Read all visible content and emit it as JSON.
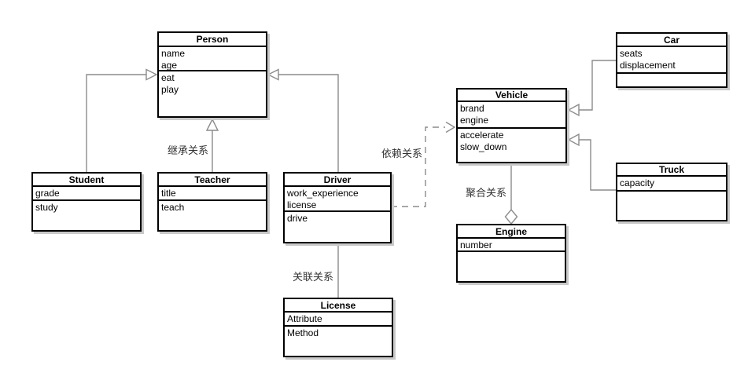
{
  "diagram": {
    "type": "uml-class-diagram",
    "classes": {
      "person": {
        "name": "Person",
        "attributes": [
          "name",
          "age"
        ],
        "methods": [
          "eat",
          "play"
        ]
      },
      "student": {
        "name": "Student",
        "attributes": [
          "grade"
        ],
        "methods": [
          "study"
        ]
      },
      "teacher": {
        "name": "Teacher",
        "attributes": [
          "title"
        ],
        "methods": [
          "teach"
        ]
      },
      "driver": {
        "name": "Driver",
        "attributes": [
          "work_experience",
          "license"
        ],
        "methods": [
          "drive"
        ]
      },
      "license": {
        "name": "License",
        "attributes": [
          "Attribute"
        ],
        "methods": [
          "Method"
        ]
      },
      "vehicle": {
        "name": "Vehicle",
        "attributes": [
          "brand",
          "engine"
        ],
        "methods": [
          "accelerate",
          "slow_down"
        ]
      },
      "engine": {
        "name": "Engine",
        "attributes": [
          "number"
        ],
        "methods": []
      },
      "car": {
        "name": "Car",
        "attributes": [
          "seats",
          "displacement"
        ],
        "methods": []
      },
      "truck": {
        "name": "Truck",
        "attributes": [
          "capacity"
        ],
        "methods": []
      }
    },
    "labels": {
      "inheritance": "继承关系",
      "dependency": "依赖关系",
      "association": "关联关系",
      "aggregation": "聚合关系"
    },
    "colors": {
      "line": "#8c8c8c",
      "box_border": "#000000",
      "box_fill": "#ffffff",
      "shadow": "#c9c9c9",
      "text": "#000000",
      "label_text": "#333333"
    }
  }
}
